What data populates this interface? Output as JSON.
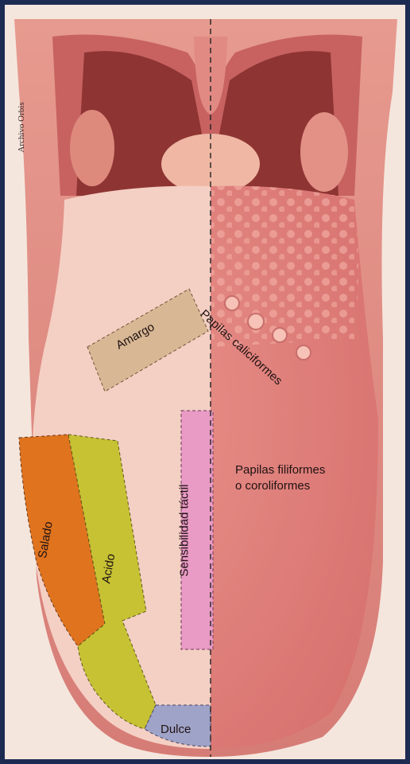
{
  "credit": "Archivo Orbis",
  "taste_zones": {
    "bitter": "Amargo",
    "salty": "Salado",
    "sour": "Acido",
    "sweet": "Dulce",
    "tactile": "Sensibilidad táctil"
  },
  "papillae": {
    "circumvallate": "Papilas caliciformes",
    "filiform_line1": "Papilas filiformes",
    "filiform_line2": "o coroliformes"
  },
  "colors": {
    "salty": "#e0731e",
    "sour": "#c7c233",
    "sweet": "#9fa3c8",
    "bitter": "#d8b794",
    "tactile": "#e99ac5"
  }
}
